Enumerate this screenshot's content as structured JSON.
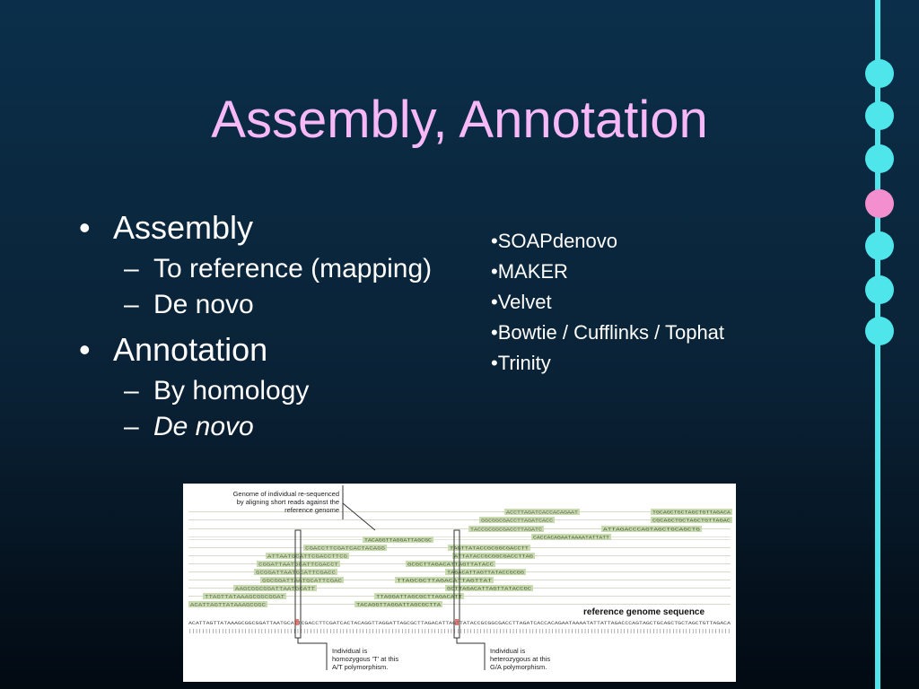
{
  "slide": {
    "title": "Assembly, Annotation",
    "bullets": [
      {
        "label": "Assembly",
        "subs": [
          {
            "label": "To reference (mapping)"
          },
          {
            "label": "De novo"
          }
        ]
      },
      {
        "label": "Annotation",
        "subs": [
          {
            "label": "By homology"
          },
          {
            "label": "De novo"
          }
        ]
      }
    ],
    "bullet_marker": "•",
    "sub_marker": "–",
    "tools": [
      "•SOAPdenovo",
      "•MAKER",
      "•Velvet",
      "•Bowtie / Cufflinks / Tophat",
      "•Trinity"
    ]
  },
  "figure": {
    "callout_genome": [
      "Genome of individual re-sequenced",
      "by aligning short reads against the",
      "reference genome"
    ],
    "ref_label": "reference genome sequence",
    "callout_homo": [
      "Individual is",
      "homozygous 'T' at this",
      "A/T polymorphism."
    ],
    "callout_hetero": [
      "Individual is",
      "heterozygous at this",
      "G/A polymorphism."
    ],
    "ref_sequence": "ACATTAGTTATAAAGCGGCGGATTAATGCATTCGACCTTCGATCACTACAGGTTAGGATTAGCGCTTAGACATTAGTTATACCGCGGCGACCTTAGATCACCACAGAATAAAATATTATTAGACCCAGTAGCTGCAGCTGCTAGCTGTTAGACA",
    "ticks": "||||||||||||||||||||||||||||||||||||||||||||||||||||||||||||||||||||||||||||||||||||||||||||||||||||||||||||||||||||||||||||||||||||||||||||||||||||||||||||||||||||||",
    "reads": [
      {
        "text": "ACCTTAGATCACCACAGAAT"
      },
      {
        "text": "TGCAGCTGCTAGCTGTTAGACA"
      },
      {
        "text": "GGCGGCGACCTTAGATCACC"
      },
      {
        "text": "CGCAGCTGCTAGCTGTTAGAC"
      },
      {
        "text": "TACCGCGGCGACCTTAGATC"
      },
      {
        "text": "ATTAGACCCAGTAGCTGCAGCTG"
      },
      {
        "text": "CACCACAGAATAAAATATTATT"
      },
      {
        "text": "TACAGGTTAGGATTAGCGC"
      },
      {
        "text": "CGACCTTCGATCACTACAGG"
      },
      {
        "text": "TAGTTATACCGCGGCGACCTT"
      },
      {
        "text": "ATTAATGCATTCGACCTTCG"
      },
      {
        "text": "ATTATACCGCGGCGACCTTAG"
      },
      {
        "text": "CGGATTAATGCATTCGACCT"
      },
      {
        "text": "GCGCTTAGACATTAGTTATACC"
      },
      {
        "text": "GCGGATTAATGCATTCGACC"
      },
      {
        "text": "TAGACATTAGTTATACCGCGG"
      },
      {
        "text": "GGCGGATTAATGCATTCGAC"
      },
      {
        "text": "TTAGCGCTTAGACATTAGTTAT"
      },
      {
        "text": "AAGCGGCGGATTAATGCATT"
      },
      {
        "text": "GCTTAGACATTAGTTATACCGC"
      },
      {
        "text": "TTAGTTATAAAGCGGCGGAT"
      },
      {
        "text": "TTAGGATTAGCGCTTAGACATT"
      },
      {
        "text": "ACATTAGTTATAAAGCGGC"
      },
      {
        "text": "TACAGGTTAGGATTAGCGCTTA"
      }
    ]
  }
}
